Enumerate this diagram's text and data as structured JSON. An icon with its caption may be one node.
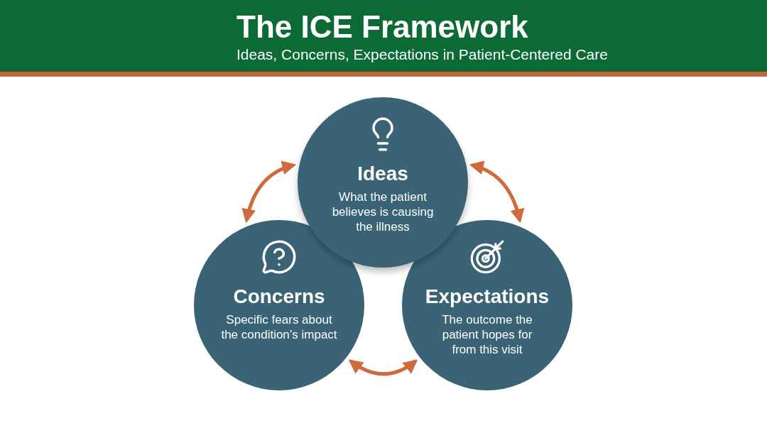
{
  "diagram": {
    "title": "The ICE Framework",
    "caption": "Ideas, Concerns, Expectations in Patient-Centered Care",
    "nodes": [
      {
        "text": [
          "Ideas",
          "What the patient believes is causing the illness"
        ]
      },
      {
        "text": [
          "Concerns",
          "Specific fears about the condition’s impact"
        ]
      },
      {
        "text": [
          "Expectations",
          "The outcome the patient hopes for from this visit"
        ]
      }
    ],
    "edges": [
      {
        "from": 1,
        "to": 0,
        "arrow": "both"
      },
      {
        "from": 0,
        "to": 2,
        "arrow": "both"
      },
      {
        "from": 1,
        "to": 2,
        "arrow": "both"
      }
    ]
  }
}
